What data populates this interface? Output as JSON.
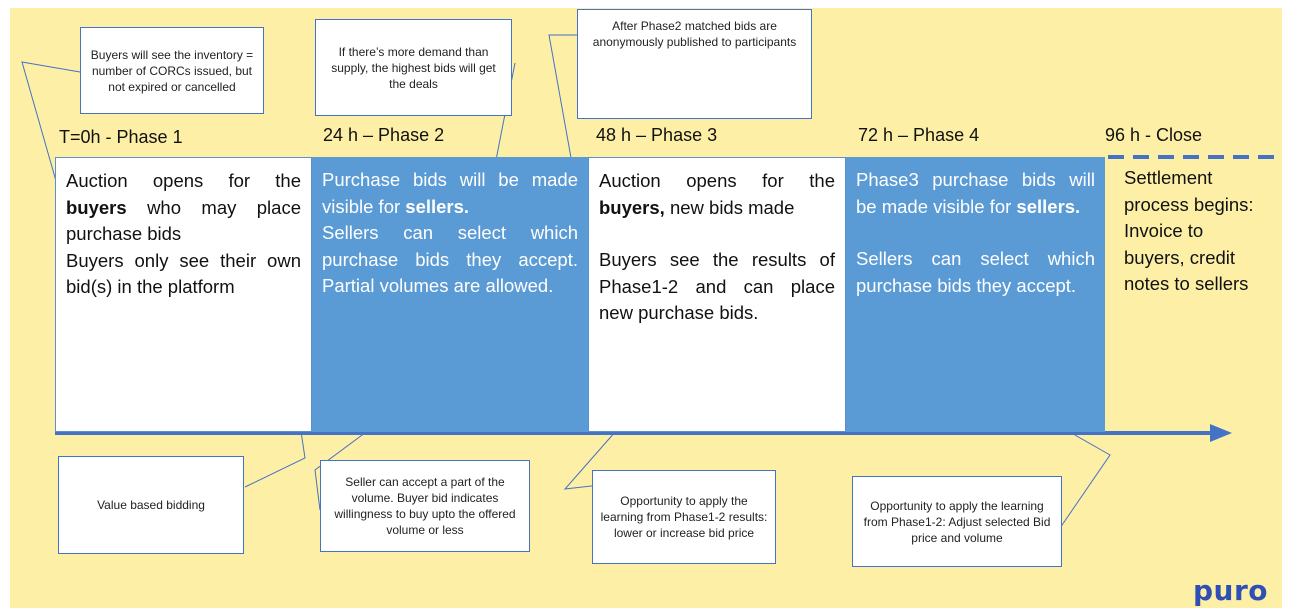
{
  "callouts": {
    "inventory": "Buyers will see the inventory = number of CORCs issued, but not expired or cancelled",
    "demand": "If there’s more demand than supply, the highest bids will get the deals",
    "published": "After Phase2 matched bids are anonymously published to participants",
    "value_based": "Value based bidding",
    "partial": "Seller can accept a part of the volume. Buyer bid indicates willingness to buy upto the offered volume or less",
    "learning12": "Opportunity to apply the learning from Phase1-2 results: lower or increase bid price",
    "learning12b": "Opportunity to apply the learning from Phase1-2: Adjust selected Bid price and volume"
  },
  "phases": [
    {
      "label": "T=0h - Phase 1"
    },
    {
      "label": "24 h – Phase 2"
    },
    {
      "label": "48 h – Phase 3"
    },
    {
      "label": "72 h – Phase 4"
    },
    {
      "label": "96 h - Close"
    }
  ],
  "panels": {
    "p1": {
      "a1": "Auction opens for the ",
      "a_bold": "buyers",
      "a2": " who may place purchase bids",
      "b": "Buyers only see their own bid(s) in the platform"
    },
    "p2": {
      "a": "Purchase bids will be made visible for ",
      "a_bold": "sellers.",
      "b": "Sellers can select which purchase bids they accept. Partial volumes are allowed."
    },
    "p3": {
      "a1": "Auction opens for the ",
      "a_bold": "buyers,",
      "a2": " new bids made",
      "b": "Buyers see the results of Phase1-2 and can place new purchase bids."
    },
    "p4": {
      "a": "Phase3 purchase bids will be made visible for ",
      "a_bold": "sellers.",
      "b": "Sellers can select which purchase bids they accept."
    },
    "p5": {
      "a": "Settlement process begins: Invoice to buyers, credit notes to sellers"
    }
  },
  "bid_icons": {
    "phase1": [
      "empty",
      "empty",
      "empty",
      "empty",
      "empty"
    ],
    "phase2": [
      "green",
      "gradient",
      "gradient",
      "white",
      "white"
    ],
    "phase3": [
      "empty",
      "empty",
      "empty"
    ],
    "phase4": [
      "green",
      "green",
      "white"
    ],
    "published": [
      "green",
      "gradient",
      "gradient"
    ]
  },
  "colors": {
    "background": "#fdf0a6",
    "panel_blue": "#5b9bd5",
    "timeline": "#4472c4",
    "green": "#70ad47",
    "logo": "#2e4fb5"
  },
  "logo": "puro"
}
